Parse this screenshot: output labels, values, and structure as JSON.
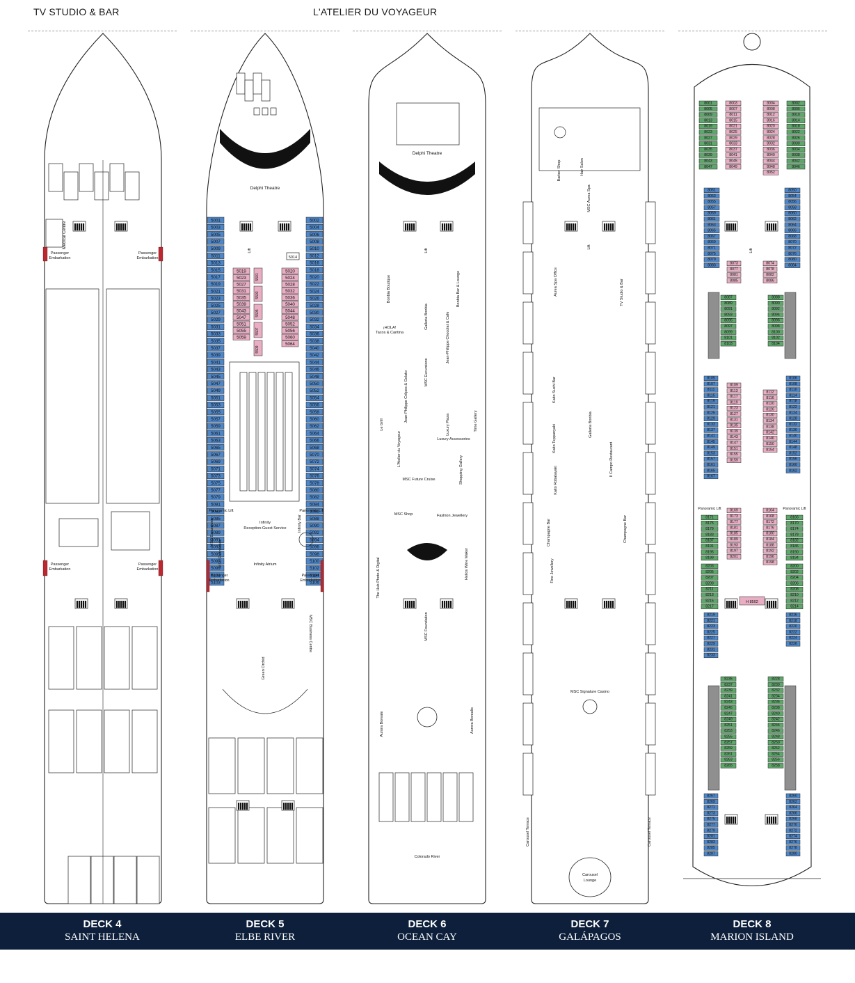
{
  "top_labels": {
    "left": "TV STUDIO & BAR",
    "middle": "L'ATELIER DU VOYAGEUR"
  },
  "colors": {
    "navy": "#0d1f3a",
    "cabin_blue": "#4f86c6",
    "cabin_pink": "#e8aec3",
    "cabin_green": "#5fa66b",
    "cabin_grey": "#8f8f8f",
    "accent_red": "#c0262d"
  },
  "decks": [
    {
      "number": "DECK 4",
      "name": "SAINT HELENA",
      "labels": [
        "Medical Centre",
        "Passenger Embarkation",
        "Passenger Embarkation",
        "Passenger Embarkation",
        "Passenger Embarkation"
      ]
    },
    {
      "number": "DECK 5",
      "name": "ELBE RIVER",
      "labels": [
        "Delphi Theatre",
        "Panoramic Lift",
        "Panoramic Lift",
        "Infinity Reception-Guest Service",
        "Infinity Bar",
        "Infinity Atrium",
        "MSC Excursions",
        "MSC Foundation",
        "Passenger Embarkation",
        "Passenger Embarkation",
        "MSC Business Centre",
        "Green Orchid",
        "Lift",
        "5014"
      ],
      "cabins_left": [
        "5001",
        "5003",
        "5005",
        "5007",
        "5009",
        "5011",
        "5013",
        "5015",
        "5017",
        "5019",
        "5021",
        "5023",
        "5025",
        "5027",
        "5029",
        "5031",
        "5033",
        "5035",
        "5037",
        "5039",
        "5041",
        "5043",
        "5045",
        "5047",
        "5049",
        "5051",
        "5053",
        "5055",
        "5057",
        "5059",
        "5061",
        "5063",
        "5065",
        "5067",
        "5069",
        "5071",
        "5073",
        "5075",
        "5077",
        "5079",
        "5081",
        "5083",
        "5085",
        "5087",
        "5089",
        "5091",
        "5093",
        "5095",
        "5097",
        "5099",
        "5101",
        "5103"
      ],
      "cabins_right": [
        "5002",
        "5004",
        "5006",
        "5008",
        "5010",
        "5012",
        "5016",
        "5018",
        "5020",
        "5022",
        "5024",
        "5026",
        "5028",
        "5030",
        "5032",
        "5034",
        "5036",
        "5038",
        "5040",
        "5042",
        "5044",
        "5046",
        "5048",
        "5050",
        "5052",
        "5054",
        "5056",
        "5058",
        "5060",
        "5062",
        "5064",
        "5066",
        "5068",
        "5070",
        "5072",
        "5074",
        "5076",
        "5078",
        "5080",
        "5082",
        "5084",
        "5086",
        "5088",
        "5090",
        "5092",
        "5094",
        "5096",
        "5098",
        "5100",
        "5102",
        "5104",
        "5106"
      ],
      "inner_left": [
        "5019",
        "5023",
        "5027",
        "5031",
        "5035",
        "5039",
        "5043",
        "5047",
        "5051",
        "5055",
        "5059"
      ],
      "inner_left_2": [
        "5501",
        "5503",
        "5505",
        "5507",
        "5509"
      ],
      "inner_right": [
        "5020",
        "5024",
        "5028",
        "5032",
        "5036",
        "5040",
        "5044",
        "5048",
        "5052",
        "5056",
        "5060",
        "5064"
      ]
    },
    {
      "number": "DECK 6",
      "name": "OCEAN CAY",
      "labels": [
        "Delphi Theatre",
        "Lift",
        "Lift",
        "Bonbia Boutique",
        "Galleria Bonbia",
        "Bonbia Bar & Lounge",
        "¡HOLA! Tacos & Cantina",
        "Jean-Philippe Chocolat & Cafe",
        "Jean-Philippe Crêpes & Gelato",
        "MSC Excursions",
        "Le Grill",
        "L'Atelier du Voyageur",
        "Luxury Plaza",
        "Time Gallery",
        "Luxury Accessories",
        "Shopping Gallery",
        "MSC Future Cruise",
        "MSC Shop",
        "Fashion Jewellery",
        "The Hub Photo & Digital",
        "Helios Wine Maker",
        "MSC Foundation",
        "Aurora Boreale",
        "Aurora Borealis",
        "Colorado River"
      ]
    },
    {
      "number": "DECK 7",
      "name": "GALÁPAGOS",
      "labels": [
        "Barber Shop",
        "Hair Salon",
        "MSC Aurea Spa",
        "Lift",
        "Aurea Spa Office",
        "TV Studio & Bar",
        "Kaito Sushi Bar",
        "Galleria Bonbia",
        "Kaito Teppanyaki",
        "Il Campo Restaurant",
        "Kaito Robatayaki",
        "Champagne Bar",
        "Champagne Bar",
        "Fine Jewellery",
        "MSC Signature Casino",
        "Carousel Terrace",
        "Carousel Terrace",
        "Carousel Lounge"
      ]
    },
    {
      "number": "DECK 8",
      "name": "MARION ISLAND",
      "labels": [
        "Panoramic Lift",
        "Panoramic Lift",
        "Lift",
        "H 8502"
      ],
      "cabins_left": [
        "8001",
        "8005",
        "8009",
        "8013",
        "8019",
        "8023",
        "8027",
        "8031",
        "8035",
        "8039",
        "8043",
        "8047",
        "8051",
        "8053",
        "8055",
        "8057",
        "8059",
        "8061",
        "8063",
        "8065",
        "8067",
        "8069",
        "8071",
        "8075",
        "8079",
        "8083"
      ],
      "cabins_inner_left": [
        "8003",
        "8007",
        "8011",
        "8015",
        "8021",
        "8025",
        "8029",
        "8033",
        "8037",
        "8041",
        "8045",
        "8049",
        "8073",
        "8077",
        "8081",
        "8085"
      ],
      "cabins_inner_right": [
        "8004",
        "8008",
        "8012",
        "8016",
        "8020",
        "8024",
        "8028",
        "8032",
        "8036",
        "8040",
        "8044",
        "8048",
        "8052",
        "8074",
        "8078",
        "8082",
        "8086"
      ],
      "cabins_right": [
        "8002",
        "8006",
        "8010",
        "8014",
        "8018",
        "8022",
        "8026",
        "8030",
        "8034",
        "8038",
        "8042",
        "8046",
        "8050",
        "8054",
        "8056",
        "8058",
        "8060",
        "8062",
        "8064",
        "8066",
        "8068",
        "8070",
        "8072",
        "8076",
        "8080",
        "8084"
      ],
      "mid_left": [
        "8087",
        "8089",
        "8091",
        "8093",
        "8095",
        "8097",
        "8099",
        "8101",
        "8103"
      ],
      "mid_right": [
        "8088",
        "8090",
        "8092",
        "8094",
        "8096",
        "8098",
        "8100",
        "8102",
        "8104"
      ],
      "lower_left": [
        "8105",
        "8107",
        "8111",
        "8115",
        "8119",
        "8121",
        "8125",
        "8129",
        "8133",
        "8137",
        "8141",
        "8145",
        "8149",
        "8153",
        "8157",
        "8161",
        "8165",
        "8167"
      ],
      "lower_inner_left": [
        "8109",
        "8113",
        "8117",
        "8119",
        "8123",
        "8127",
        "8131",
        "8135",
        "8139",
        "8143",
        "8147",
        "8151",
        "8155",
        "8159"
      ],
      "lower_inner_right": [
        "8112",
        "8116",
        "8120",
        "8126",
        "8130",
        "8134",
        "8138",
        "8142",
        "8146",
        "8150",
        "8154"
      ],
      "lower_right": [
        "8106",
        "8108",
        "8110",
        "8114",
        "8118",
        "8122",
        "8124",
        "8128",
        "8132",
        "8136",
        "8140",
        "8144",
        "8148",
        "8152",
        "8156",
        "8160",
        "8162"
      ],
      "aft_left": [
        "8171",
        "8175",
        "8179",
        "8183",
        "8187",
        "8191",
        "8195",
        "8199",
        "8203",
        "8205",
        "8207",
        "8209",
        "8211",
        "8213",
        "8215",
        "8217",
        "8219",
        "8221",
        "8223",
        "8225",
        "8227",
        "8229",
        "8231",
        "8233"
      ],
      "aft_inner_left": [
        "8169",
        "8173",
        "8177",
        "8181",
        "8185",
        "8189",
        "8193",
        "8197",
        "8201"
      ],
      "aft_inner_right": [
        "8164",
        "8168",
        "8172",
        "8176",
        "8180",
        "8184",
        "8188",
        "8192",
        "8196",
        "8198"
      ],
      "aft_right": [
        "8166",
        "8170",
        "8174",
        "8178",
        "8182",
        "8186",
        "8190",
        "8194",
        "8200",
        "8202",
        "8204",
        "8206",
        "8208",
        "8210",
        "8212",
        "8214",
        "8216",
        "8218",
        "8220",
        "8222",
        "8224",
        "8226"
      ],
      "stern_left": [
        "8235",
        "8237",
        "8239",
        "8241",
        "8243",
        "8245",
        "8247",
        "8249",
        "8251",
        "8253",
        "8255",
        "8257",
        "8259",
        "8261",
        "8263",
        "8265",
        "8267",
        "8269",
        "8271",
        "8273",
        "8275",
        "8277",
        "8279",
        "8281",
        "8283",
        "8285",
        "8287"
      ],
      "stern_right": [
        "8228",
        "8230",
        "8232",
        "8234",
        "8236",
        "8238",
        "8240",
        "8242",
        "8244",
        "8246",
        "8248",
        "8250",
        "8252",
        "8254",
        "8256",
        "8258",
        "8260",
        "8262",
        "8264",
        "8266",
        "8268",
        "8270",
        "8272",
        "8274",
        "8276",
        "8278",
        "8280"
      ]
    }
  ]
}
